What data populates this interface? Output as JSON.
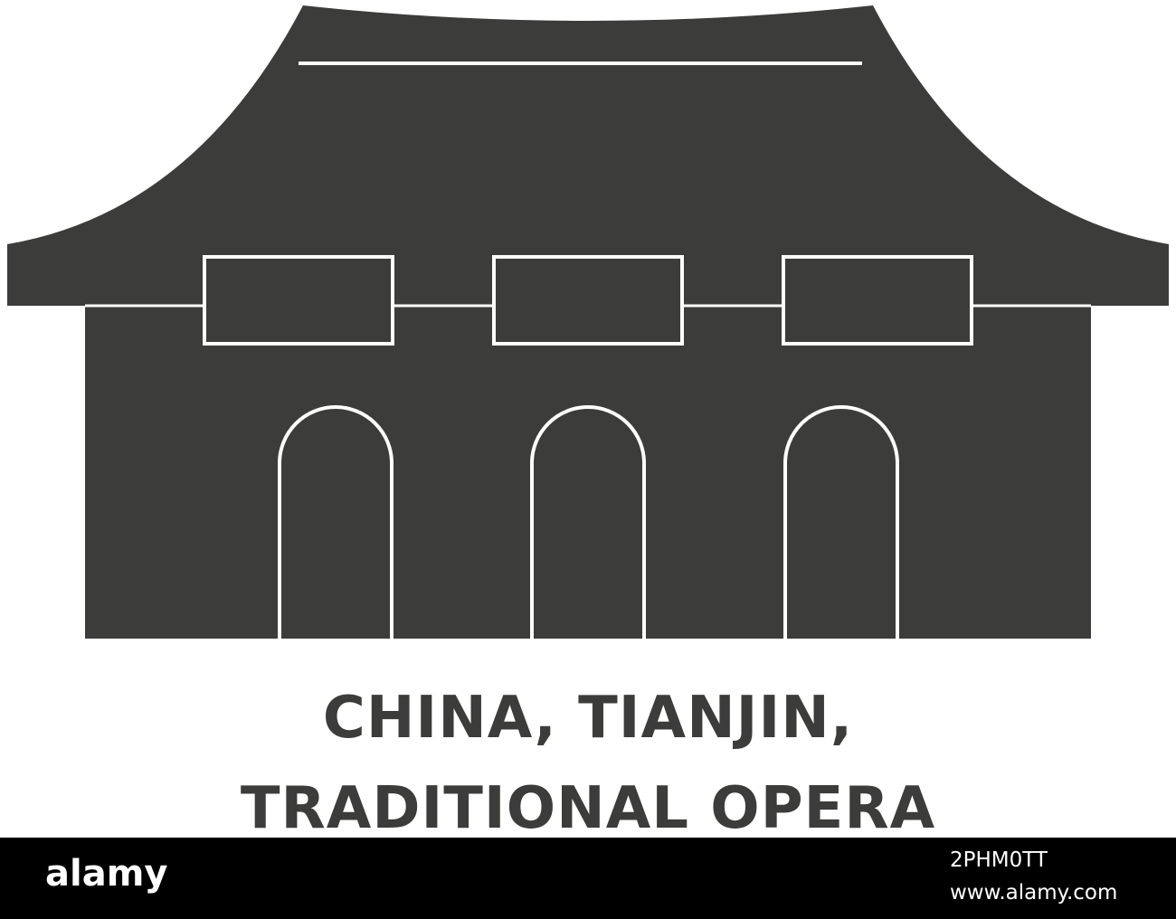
{
  "caption": {
    "line1": "CHINA, TIANJIN,",
    "line2": "TRADITIONAL OPERA"
  },
  "footer": {
    "logo": "alamy",
    "image_id": "2PHM0TT",
    "url": "www.alamy.com"
  },
  "colors": {
    "fill": "#3c3c3b",
    "outline": "#ffffff",
    "background": "#ffffff",
    "footer": "#000000"
  },
  "icon": "traditional-opera-building-icon"
}
